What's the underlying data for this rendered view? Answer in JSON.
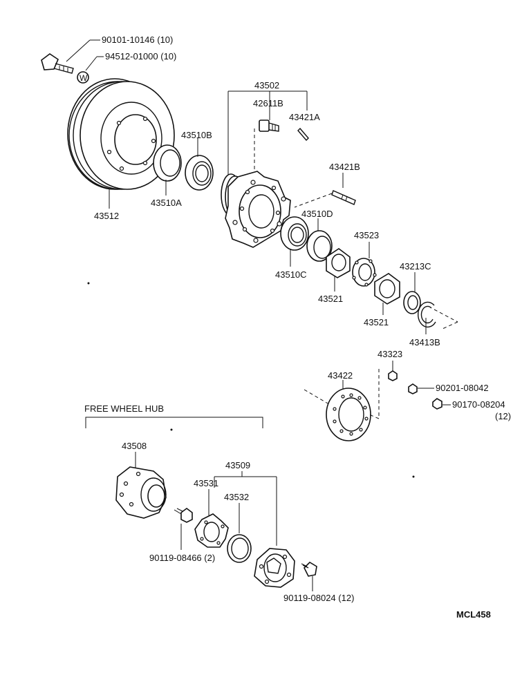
{
  "parts": {
    "p90101_10146": "90101-10146 (10)",
    "p94512_01000": "94512-01000 (10)",
    "p43502": "43502",
    "p42611B": "42611B",
    "p43421A": "43421A",
    "p43510B": "43510B",
    "p43421B": "43421B",
    "p43512": "43512",
    "p43510A": "43510A",
    "p43510D": "43510D",
    "p43523": "43523",
    "p43510C": "43510C",
    "p43213C": "43213C",
    "p43521a": "43521",
    "p43521b": "43521",
    "p43413B": "43413B",
    "p43323": "43323",
    "p43422": "43422",
    "p90201_08042": "90201-08042",
    "p90170_08204": "90170-08204",
    "p90170_qty": "(12)",
    "p43508": "43508",
    "p43509": "43509",
    "p43531": "43531",
    "p43532": "43532",
    "p90119_08466": "90119-08466 (2)",
    "p90119_08024": "90119-08024 (12)"
  },
  "washer_mark": "W",
  "free_wheel_hub": "FREE WHEEL HUB",
  "diagram_code": "MCL458"
}
